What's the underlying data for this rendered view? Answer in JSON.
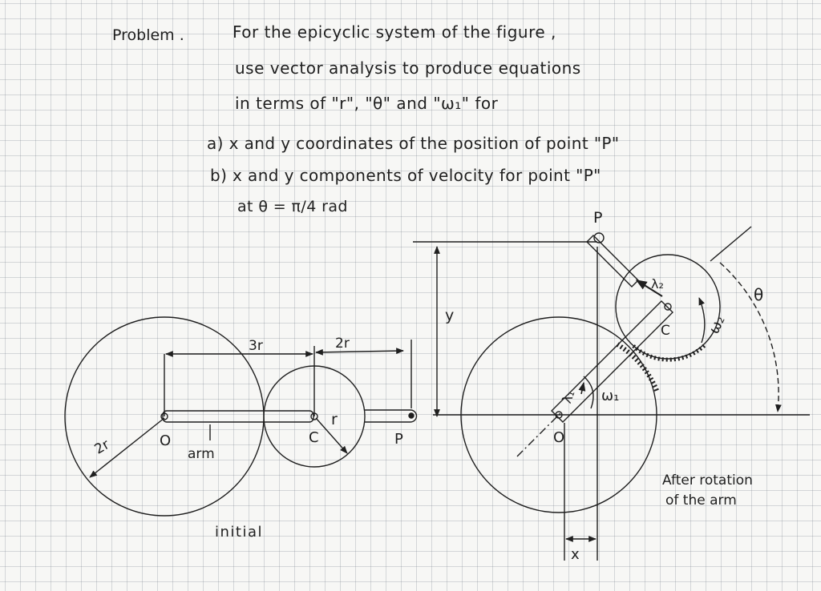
{
  "problem": {
    "label": "Problem .",
    "statement_lines": [
      "For the epicyclic system of the figure ,",
      "use vector analysis to produce equations",
      "in terms of \"r\", \"θ\" and \"ω₁\" for"
    ],
    "part_a": "a) x and y coordinates of the position of point \"P\"",
    "part_b": "b) x and y components of velocity for point \"P\"",
    "condition": "at  θ = π/4 rad"
  },
  "initial_figure": {
    "dim_3r": "3r",
    "dim_2r_top": "2r",
    "label_2r_radius": "2r",
    "label_O": "O",
    "label_arm": "arm",
    "label_C": "C",
    "label_r": "r",
    "label_P": "P",
    "caption": "initial"
  },
  "rotated_figure": {
    "label_P": "P",
    "label_lambda2": "λ₂",
    "label_C": "C",
    "label_omega2": "ω₂",
    "label_theta": "θ",
    "label_lambda1": "λ₁",
    "label_omega1": "ω₁",
    "label_O": "O",
    "label_y": "y",
    "label_x": "x",
    "caption_line1": "After rotation",
    "caption_line2": "of the arm"
  },
  "colors": {
    "ink": "#1f1f1f",
    "grid": "#8a939c",
    "paper": "#f7f7f5"
  }
}
